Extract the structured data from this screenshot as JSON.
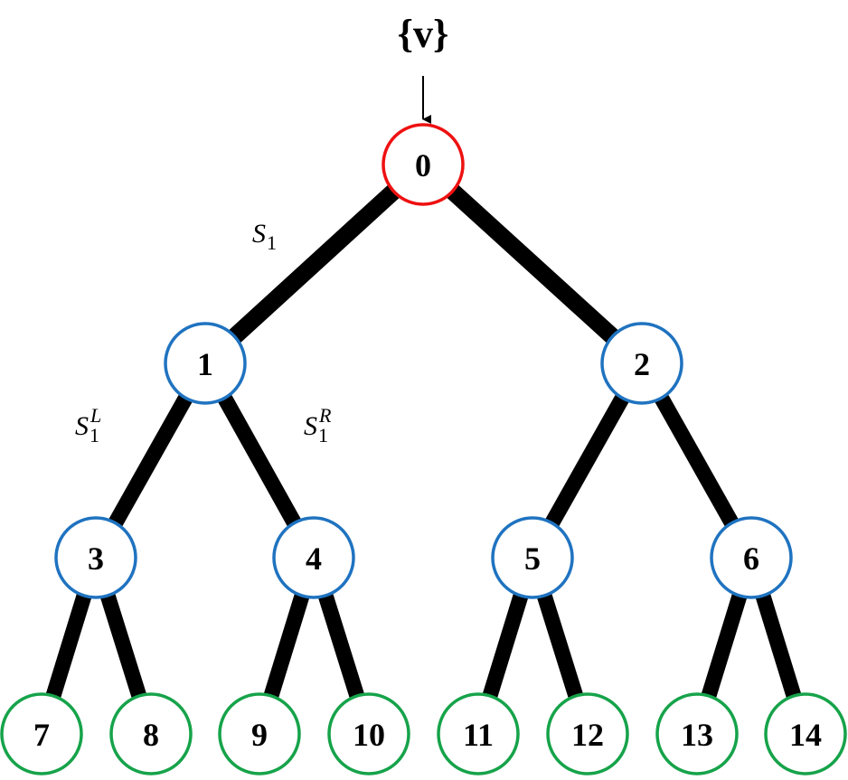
{
  "diagram": {
    "title": "Binary tree",
    "input_label": "{v}",
    "colors": {
      "root": "#ee1111",
      "internal": "#1f73c0",
      "leaf": "#16a34a",
      "edge": "#000000"
    },
    "nodes": [
      {
        "id": 0,
        "label": "0",
        "type": "root",
        "parent": null
      },
      {
        "id": 1,
        "label": "1",
        "type": "internal",
        "parent": 0
      },
      {
        "id": 2,
        "label": "2",
        "type": "internal",
        "parent": 0
      },
      {
        "id": 3,
        "label": "3",
        "type": "internal",
        "parent": 1
      },
      {
        "id": 4,
        "label": "4",
        "type": "internal",
        "parent": 1
      },
      {
        "id": 5,
        "label": "5",
        "type": "internal",
        "parent": 2
      },
      {
        "id": 6,
        "label": "6",
        "type": "internal",
        "parent": 2
      },
      {
        "id": 7,
        "label": "7",
        "type": "leaf",
        "parent": 3
      },
      {
        "id": 8,
        "label": "8",
        "type": "leaf",
        "parent": 3
      },
      {
        "id": 9,
        "label": "9",
        "type": "leaf",
        "parent": 4
      },
      {
        "id": 10,
        "label": "10",
        "type": "leaf",
        "parent": 4
      },
      {
        "id": 11,
        "label": "11",
        "type": "leaf",
        "parent": 5
      },
      {
        "id": 12,
        "label": "12",
        "type": "leaf",
        "parent": 5
      },
      {
        "id": 13,
        "label": "13",
        "type": "leaf",
        "parent": 6
      },
      {
        "id": 14,
        "label": "14",
        "type": "leaf",
        "parent": 6
      }
    ],
    "edge_labels": [
      {
        "edge": "0-1",
        "base": "S",
        "sub": "1",
        "sup": ""
      },
      {
        "edge": "1-3",
        "base": "S",
        "sub": "1",
        "sup": "L"
      },
      {
        "edge": "1-4",
        "base": "S",
        "sub": "1",
        "sup": "R"
      }
    ]
  }
}
